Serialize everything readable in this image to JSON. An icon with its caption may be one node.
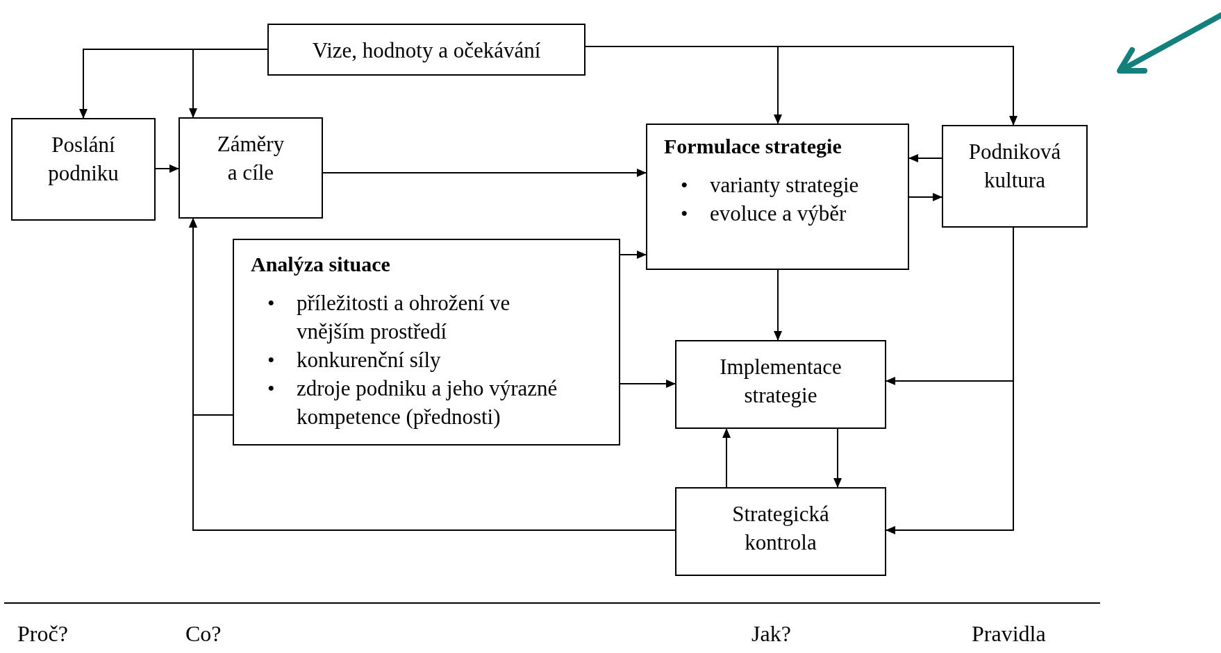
{
  "diagram": {
    "nodes": [
      {
        "text": [
          "Vize, hodnoty a očekávání"
        ]
      },
      {
        "text": [
          "Poslání podniku"
        ]
      },
      {
        "text": [
          "Záměry a cíle"
        ]
      },
      {
        "text": [
          "Formulace strategie",
          "•",
          "varianty strategie",
          "•",
          "evoluce a výběr"
        ]
      },
      {
        "text": [
          "Podniková kultura"
        ]
      },
      {
        "text": [
          "Analýza situace",
          "•",
          "příležitosti a ohrožení ve vnějším prostředí",
          "•",
          "konkurenční síly",
          "•",
          "zdroje podniku a jeho výrazné kompetence (přednosti)"
        ]
      },
      {
        "text": [
          "Implementace strategie"
        ]
      },
      {
        "text": [
          "Strategická kontrola"
        ]
      }
    ],
    "edges": [
      {
        "from": 0,
        "to": 1,
        "arrow": "to"
      },
      {
        "from": 0,
        "to": 2,
        "arrow": "to"
      },
      {
        "from": 0,
        "to": 3,
        "arrow": "to"
      },
      {
        "from": 0,
        "to": 4,
        "arrow": "to"
      },
      {
        "from": 1,
        "to": 2,
        "arrow": "to"
      },
      {
        "from": 2,
        "to": 3,
        "arrow": "to"
      },
      {
        "from": 4,
        "to": 3,
        "arrow": "to"
      },
      {
        "from": 3,
        "to": 4,
        "arrow": "to"
      },
      {
        "from": 5,
        "to": 3,
        "arrow": "to"
      },
      {
        "from": 3,
        "to": 6,
        "arrow": "to"
      },
      {
        "from": 5,
        "to": 6,
        "arrow": "to"
      },
      {
        "from": 5,
        "to": 2,
        "arrow": "to"
      },
      {
        "from": 7,
        "to": 2,
        "arrow": "to"
      },
      {
        "from": 4,
        "to": 6,
        "arrow": "to"
      },
      {
        "from": 4,
        "to": 7,
        "arrow": "to"
      },
      {
        "from": 7,
        "to": 6,
        "arrow": "to"
      },
      {
        "from": 6,
        "to": 7,
        "arrow": "to"
      }
    ],
    "labels": [
      "Proč?",
      "Co?",
      "Jak?",
      "Pravidla"
    ]
  }
}
